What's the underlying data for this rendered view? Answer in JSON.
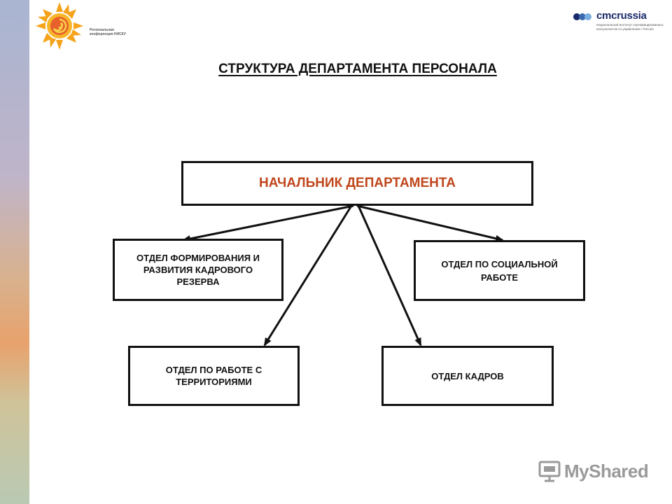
{
  "logos": {
    "left_caption": "Региональная конференция НИСКУ",
    "cmc_name": "cmcrussia",
    "cmc_subtitle": "Национальный институт сертифицированных консультантов по управлению • Россия"
  },
  "title": "СТРУКТУРА  ДЕПАРТАМЕНТА  ПЕРСОНАЛА",
  "diagram": {
    "head": "НАЧАЛЬНИК ДЕПАРТАМЕНТА",
    "departments": [
      "ОТДЕЛ ФОРМИРОВАНИЯ И РАЗВИТИЯ КАДРОВОГО РЕЗЕРВА",
      "ОТДЕЛ ПО СОЦИАЛЬНОЙ РАБОТЕ",
      "ОТДЕЛ ПО РАБОТЕ С ТЕРРИТОРИЯМИ",
      "ОТДЕЛ КАДРОВ"
    ]
  },
  "watermark": "MyShared",
  "colors": {
    "head_text": "#c0461c",
    "border": "#111111",
    "sun": "#f5a31a"
  }
}
